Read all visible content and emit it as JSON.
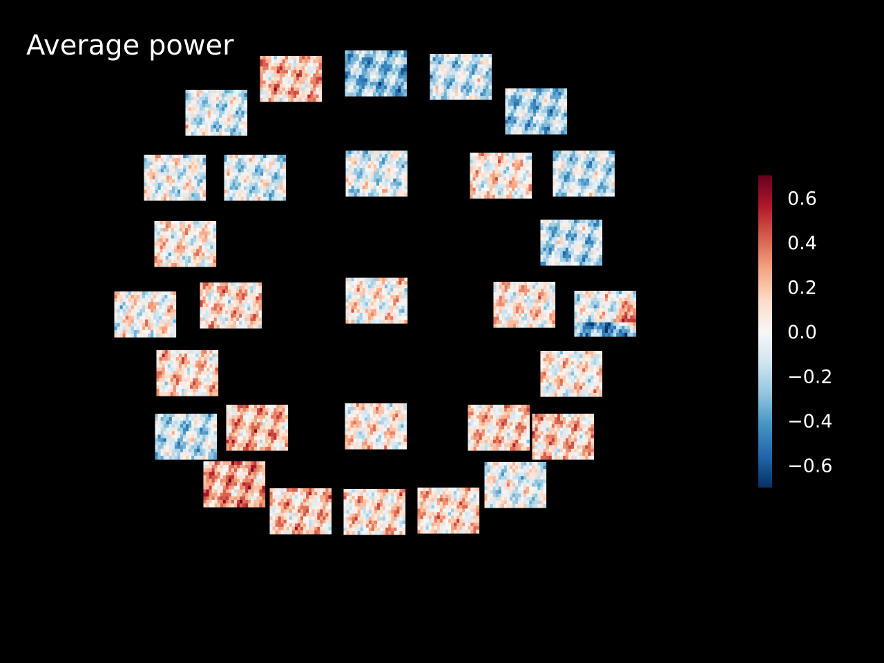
{
  "chart_data": {
    "type": "heatmap",
    "title": "Average power",
    "layout": "topographic",
    "colormap": "RdBu_r",
    "background": "#000000",
    "value_range": [
      -0.7,
      0.7
    ],
    "colorbar": {
      "ticks": [
        0.6,
        0.4,
        0.2,
        0.0,
        -0.2,
        -0.4,
        -0.6
      ],
      "tick_labels": [
        "0.6",
        "0.4",
        "0.2",
        "0.0",
        "−0.2",
        "−0.4",
        "−0.6"
      ],
      "placement": "right"
    },
    "channels": [
      {
        "pos": [
          421,
          114
        ],
        "bias": 0.18
      },
      {
        "pos": [
          544,
          106
        ],
        "bias": -0.28
      },
      {
        "pos": [
          667,
          111
        ],
        "bias": -0.14
      },
      {
        "pos": [
          313,
          163
        ],
        "bias": -0.1
      },
      {
        "pos": [
          776,
          161
        ],
        "bias": -0.22
      },
      {
        "pos": [
          253,
          257
        ],
        "bias": -0.04
      },
      {
        "pos": [
          369,
          257
        ],
        "bias": -0.1
      },
      {
        "pos": [
          545,
          251
        ],
        "bias": -0.08
      },
      {
        "pos": [
          725,
          254
        ],
        "bias": 0.06
      },
      {
        "pos": [
          845,
          251
        ],
        "bias": -0.15
      },
      {
        "pos": [
          268,
          353
        ],
        "bias": 0.05
      },
      {
        "pos": [
          827,
          351
        ],
        "bias": -0.18
      },
      {
        "pos": [
          210,
          455
        ],
        "bias": 0.02
      },
      {
        "pos": [
          334,
          442
        ],
        "bias": 0.12
      },
      {
        "pos": [
          545,
          435
        ],
        "bias": 0.04
      },
      {
        "pos": [
          759,
          441
        ],
        "bias": 0.08
      },
      {
        "pos": [
          876,
          454
        ],
        "bias": -0.05,
        "hotspot": true
      },
      {
        "pos": [
          271,
          540
        ],
        "bias": 0.12
      },
      {
        "pos": [
          827,
          541
        ],
        "bias": 0.05
      },
      {
        "pos": [
          269,
          632
        ],
        "bias": -0.15
      },
      {
        "pos": [
          372,
          619
        ],
        "bias": 0.2
      },
      {
        "pos": [
          544,
          617
        ],
        "bias": 0.06
      },
      {
        "pos": [
          722,
          619
        ],
        "bias": 0.14
      },
      {
        "pos": [
          815,
          632
        ],
        "bias": 0.16
      },
      {
        "pos": [
          339,
          701
        ],
        "bias": 0.26
      },
      {
        "pos": [
          746,
          702
        ],
        "bias": -0.05
      },
      {
        "pos": [
          435,
          740
        ],
        "bias": 0.16
      },
      {
        "pos": [
          542,
          741
        ],
        "bias": 0.1
      },
      {
        "pos": [
          649,
          739
        ],
        "bias": 0.12
      }
    ]
  }
}
